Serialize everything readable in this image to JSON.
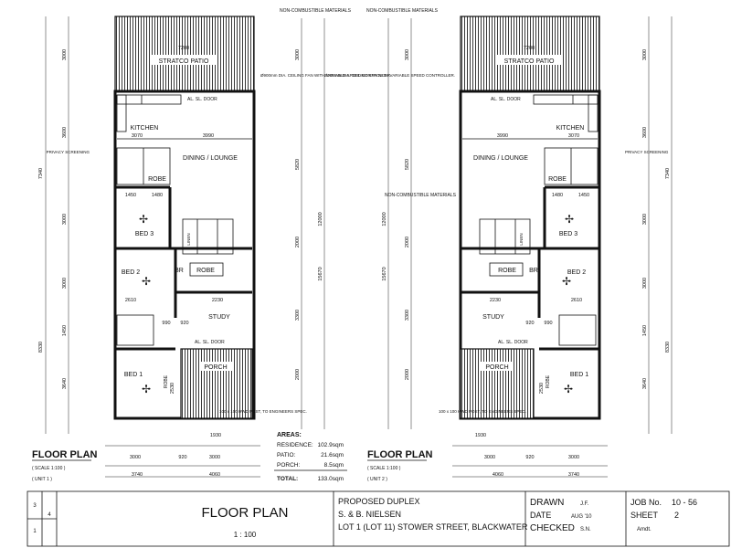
{
  "notes": {
    "materials": "NON-COMBUSTIBLE MATERIALS",
    "fan": "Ø900mm DIA. CEILING FAN WITH VARIABLE SPEED CONTROLLER.",
    "privacy": "PRIVACY SCREENING",
    "post": "100 x 100 HWD POST, TO ENGINEERS SPEC."
  },
  "units": [
    {
      "id": "unit1",
      "heading": "FLOOR PLAN",
      "scale": "( SCALE 1:100 )",
      "unit_label": "( UNIT 1 )",
      "rooms": {
        "patio": "STRATCO PATIO",
        "kitchen": "KITCHEN",
        "dining": "DINING / LOUNGE",
        "bed3": "BED 3",
        "bed2": "BED 2",
        "bed1": "BED 1",
        "study": "STUDY",
        "porch": "PORCH",
        "robe": "ROBE",
        "linen": "LINEN",
        "br": "BR",
        "door": "AL. SL. DOOR"
      },
      "dims": {
        "d7200": "7200",
        "d3070": "3070",
        "d3990": "3990",
        "d1450": "1450",
        "d1480": "1480",
        "d2610": "2610",
        "d2230": "2230",
        "d1930": "1930",
        "d3000": "3000",
        "d4060": "4060",
        "d3740": "3740",
        "d2530": "2530",
        "d990": "990",
        "d920": "920",
        "v3000a": "3000",
        "v3600": "3600",
        "v3000b": "3000",
        "v3000c": "3000",
        "v1450": "1450",
        "v3640": "3640",
        "v7340": "7340",
        "v8330": "8330",
        "v5820": "5820",
        "v2000": "2000",
        "v3300": "3300",
        "v12000": "12000",
        "v15670": "15670"
      }
    },
    {
      "id": "unit2",
      "heading": "FLOOR PLAN",
      "scale": "( SCALE 1:100 )",
      "unit_label": "( UNIT 2 )",
      "rooms": {
        "patio": "STRATCO PATIO",
        "kitchen": "KITCHEN",
        "dining": "DINING / LOUNGE",
        "bed3": "BED 3",
        "bed2": "BED 2",
        "bed1": "BED 1",
        "study": "STUDY",
        "porch": "PORCH",
        "robe": "ROBE",
        "linen": "LINEN",
        "br": "BR",
        "door": "AL. SL. DOOR"
      },
      "dims": {
        "d7200": "7200",
        "d3070": "3070",
        "d3990": "3990",
        "d1450": "1450",
        "d1480": "1480",
        "d2610": "2610",
        "d2230": "2230",
        "d1930": "1930",
        "d3000": "3000",
        "d4060": "4060",
        "d3740": "3740",
        "d2530": "2530",
        "d990": "990",
        "d920": "920",
        "v3000a": "3000",
        "v3600": "3600",
        "v3000b": "3000",
        "v3000c": "3000",
        "v1450": "1450",
        "v3640": "3640",
        "v7340": "7340",
        "v8330": "8330",
        "v5820": "5820",
        "v2000": "2000",
        "v3300": "3300",
        "v12000": "12000",
        "v15670": "15670"
      }
    }
  ],
  "areas": {
    "title": "AREAS:",
    "rows": [
      {
        "label": "RESIDENCE:",
        "value": "102.9sqm"
      },
      {
        "label": "PATIO:",
        "value": "21.6sqm"
      },
      {
        "label": "PORCH:",
        "value": "8.5sqm"
      },
      {
        "label": "TOTAL:",
        "value": "133.0sqm"
      }
    ]
  },
  "title_block": {
    "rev": [
      "3",
      "4",
      "1"
    ],
    "title": "FLOOR PLAN",
    "scale": "1 : 100",
    "project": [
      "PROPOSED DUPLEX",
      "S. & B. NIELSEN",
      "LOT 1 (LOT 11) STOWER STREET, BLACKWATER"
    ],
    "drawn_label": "DRAWN",
    "drawn_value": "J.F.",
    "date_label": "DATE",
    "date_value": "AUG '10",
    "checked_label": "CHECKED",
    "checked_value": "S.N.",
    "job_label": "JOB No.",
    "job_value": "10 - 56",
    "sheet_label": "SHEET",
    "sheet_value": "2",
    "amdt_label": "Amdt."
  }
}
